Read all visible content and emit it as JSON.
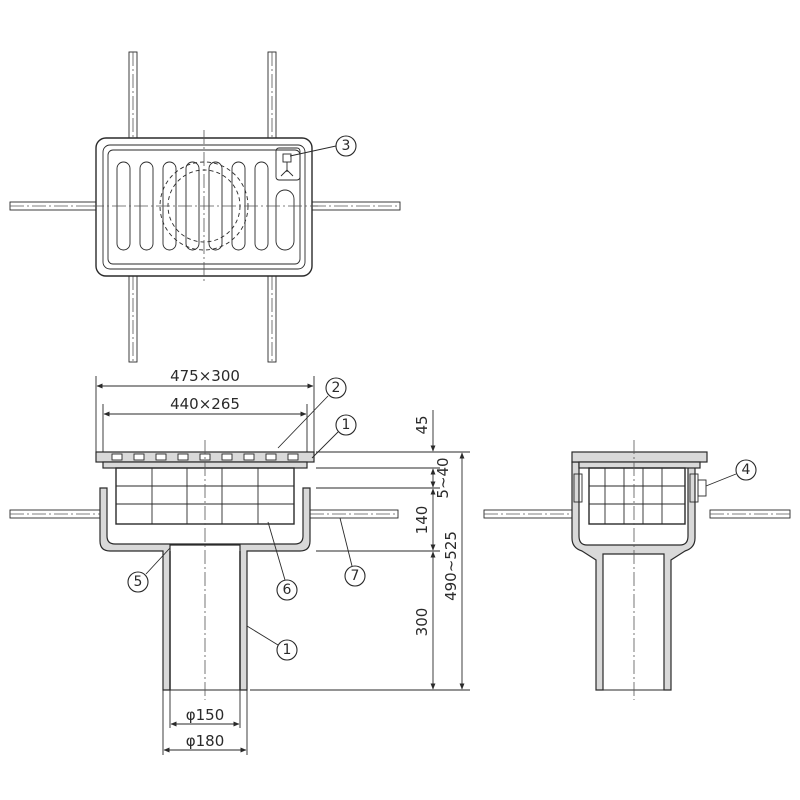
{
  "dimensions": {
    "outer_frame": "475×300",
    "grate": "440×265",
    "top_height": "45",
    "gap_range": "5~40",
    "basket_depth": "140",
    "total_range": "490~525",
    "pipe_length": "300",
    "pipe_inner": "φ150",
    "pipe_outer": "φ180"
  },
  "callouts": {
    "c1": "1",
    "c2": "2",
    "c3": "3",
    "c4": "4",
    "c5": "5",
    "c6": "6",
    "c7": "7"
  },
  "colors": {
    "line": "#2a2a2a",
    "fill": "#d9d9d9"
  }
}
